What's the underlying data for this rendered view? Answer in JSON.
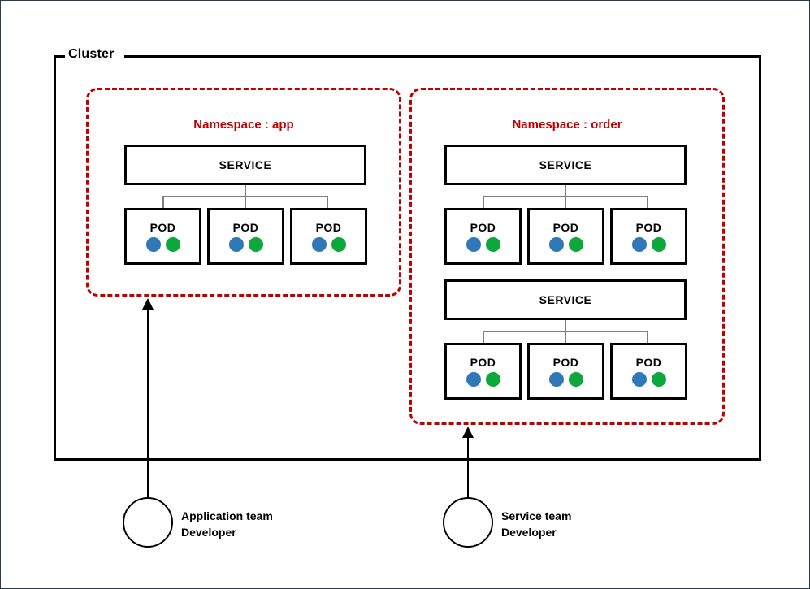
{
  "diagram": {
    "cluster": {
      "label": "Cluster"
    },
    "colors": {
      "cluster_border": "#000000",
      "namespace_border": "#c00000",
      "namespace_title": "#c00000",
      "box_border": "#000000",
      "connector": "#7f7f7f",
      "pod_dot_blue": "#3178b8",
      "pod_dot_green": "#0da83c",
      "page_border": "#2b3a4a"
    },
    "namespaces": [
      {
        "id": "app",
        "title": "Namespace : app",
        "groups": [
          {
            "service_label": "SERVICE",
            "pods": [
              {
                "label": "POD",
                "dots": [
                  "blue",
                  "green"
                ]
              },
              {
                "label": "POD",
                "dots": [
                  "blue",
                  "green"
                ]
              },
              {
                "label": "POD",
                "dots": [
                  "blue",
                  "green"
                ]
              }
            ]
          }
        ]
      },
      {
        "id": "order",
        "title": "Namespace : order",
        "groups": [
          {
            "service_label": "SERVICE",
            "pods": [
              {
                "label": "POD",
                "dots": [
                  "blue",
                  "green"
                ]
              },
              {
                "label": "POD",
                "dots": [
                  "blue",
                  "green"
                ]
              },
              {
                "label": "POD",
                "dots": [
                  "blue",
                  "green"
                ]
              }
            ]
          },
          {
            "service_label": "SERVICE",
            "pods": [
              {
                "label": "POD",
                "dots": [
                  "blue",
                  "green"
                ]
              },
              {
                "label": "POD",
                "dots": [
                  "blue",
                  "green"
                ]
              },
              {
                "label": "POD",
                "dots": [
                  "blue",
                  "green"
                ]
              }
            ]
          }
        ]
      }
    ],
    "actors": [
      {
        "id": "application-team",
        "line1": "Application team",
        "line2": "Developer",
        "targets": "app"
      },
      {
        "id": "service-team",
        "line1": "Service team",
        "line2": "Developer",
        "targets": "order"
      }
    ]
  }
}
